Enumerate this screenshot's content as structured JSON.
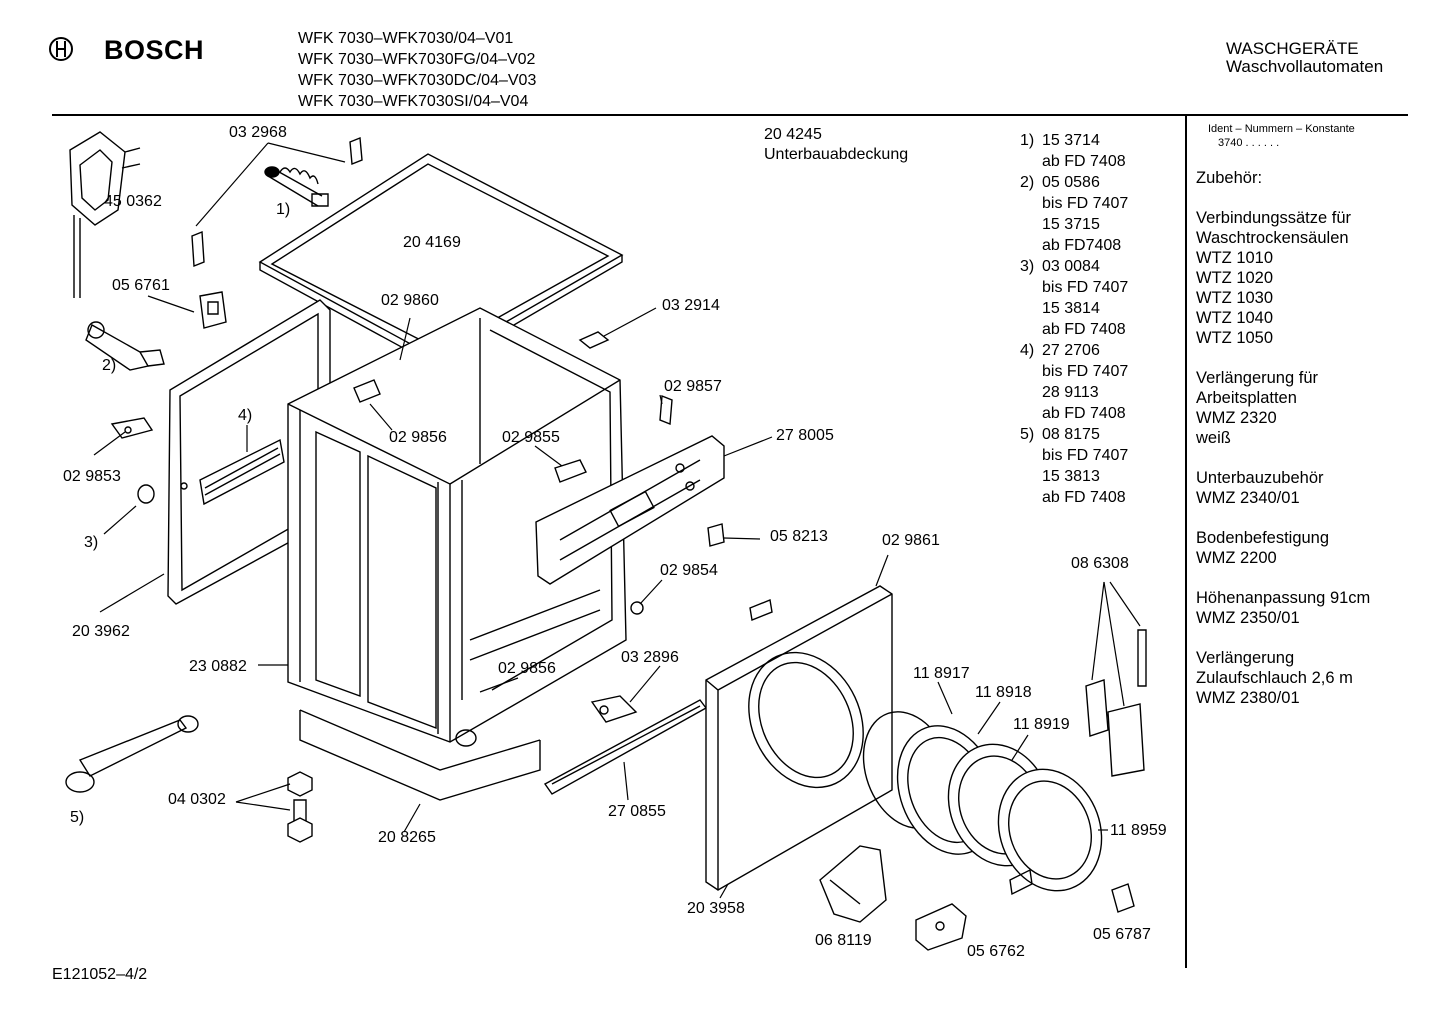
{
  "brand": {
    "name": "BOSCH"
  },
  "header": {
    "models": [
      "WFK 7030–WFK7030/04–V01",
      "WFK 7030–WFK7030FG/04–V02",
      "WFK 7030–WFK7030DC/04–V03",
      "WFK 7030–WFK7030SI/04–V04"
    ],
    "category": "WASCHGERÄTE",
    "subcategory": "Waschvollautomaten"
  },
  "parts": {
    "p032968": "03 2968",
    "p450362": "45 0362",
    "n1": "1)",
    "p204169": "20 4169",
    "p056761": "05 6761",
    "n2": "2)",
    "p029860": "02 9860",
    "p032914": "03 2914",
    "p029857": "02 9857",
    "n4": "4)",
    "p029856a": "02 9856",
    "p029855": "02 9855",
    "p278005": "27 8005",
    "p029853": "02 9853",
    "n3": "3)",
    "p058213": "05 8213",
    "p029861": "02 9861",
    "p029854": "02 9854",
    "p086308": "08 6308",
    "p203962": "20 3962",
    "p230882": "23 0882",
    "p029856b": "02 9856",
    "p032896": "03 2896",
    "p118917": "11 8917",
    "p118918": "11 8918",
    "p118919": "11 8919",
    "p040302": "04 0302",
    "n5": "5)",
    "p118959": "11 8959",
    "p270855": "27 0855",
    "p208265": "20 8265",
    "p203958": "20 3958",
    "p068119": "06 8119",
    "p056762": "05 6762",
    "p056787": "05 6787",
    "p204245": "20 4245",
    "p204245_name": "Unterbauabdeckung"
  },
  "notes": [
    {
      "n": "1)",
      "lines": [
        "15 3714",
        "ab FD 7408"
      ]
    },
    {
      "n": "2)",
      "lines": [
        "05 0586",
        "bis FD 7407",
        "15 3715",
        "ab FD7408"
      ]
    },
    {
      "n": "3)",
      "lines": [
        "03 0084",
        "bis FD 7407",
        "15 3814",
        "ab FD 7408"
      ]
    },
    {
      "n": "4)",
      "lines": [
        "27 2706",
        "bis FD 7407",
        "28 9113",
        "ab FD 7408"
      ]
    },
    {
      "n": "5)",
      "lines": [
        "08 8175",
        "bis FD 7407",
        "15 3813",
        "ab FD 7408"
      ]
    }
  ],
  "sidebar": {
    "ident_label": "Ident – Nummern – Konstante",
    "ident_value": "3740  .  .  .  .  .  .",
    "groups": [
      [
        "Zubehör:"
      ],
      [
        "Verbindungssätze für",
        "Waschtrockensäulen",
        "WTZ 1010",
        "WTZ 1020",
        "WTZ 1030",
        "WTZ 1040",
        "WTZ 1050"
      ],
      [
        "Verlängerung für",
        "Arbeitsplatten",
        "WMZ 2320",
        "weiß"
      ],
      [
        "Unterbauzubehör",
        "WMZ 2340/01"
      ],
      [
        "Bodenbefestigung",
        "WMZ 2200"
      ],
      [
        "Höhenanpassung  91cm",
        "WMZ 2350/01"
      ],
      [
        "Verlängerung",
        "Zulaufschlauch 2,6 m",
        "WMZ 2380/01"
      ]
    ]
  },
  "footer": {
    "doc_id": "E121052–4/2"
  }
}
